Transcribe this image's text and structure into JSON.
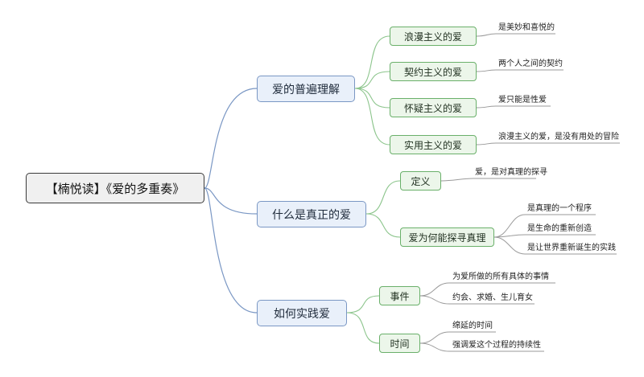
{
  "root": {
    "label": "【楠悦读】《爱的多重奏》"
  },
  "branches": [
    {
      "label": "爱的普遍理解",
      "children": [
        {
          "label": "浪漫主义的爱",
          "leaves": [
            "是美妙和喜悦的"
          ]
        },
        {
          "label": "契约主义的爱",
          "leaves": [
            "两个人之间的契约"
          ]
        },
        {
          "label": "怀疑主义的爱",
          "leaves": [
            "爱只能是性爱"
          ]
        },
        {
          "label": "实用主义的爱",
          "leaves": [
            "浪漫主义的爱，是没有用处的冒险"
          ]
        }
      ]
    },
    {
      "label": "什么是真正的爱",
      "children": [
        {
          "label": "定义",
          "leaves": [
            "爱，是对真理的探寻"
          ]
        },
        {
          "label": "爱为何能探寻真理",
          "leaves": [
            "是真理的一个程序",
            "是生命的重新创造",
            "是让世界重新诞生的实践"
          ]
        }
      ]
    },
    {
      "label": "如何实践爱",
      "children": [
        {
          "label": "事件",
          "leaves": [
            "为爱所做的所有具体的事情",
            "约会、求婚、生儿育女"
          ]
        },
        {
          "label": "时间",
          "leaves": [
            "绵延的时间",
            "强调爱这个过程的持续性"
          ]
        }
      ]
    }
  ]
}
